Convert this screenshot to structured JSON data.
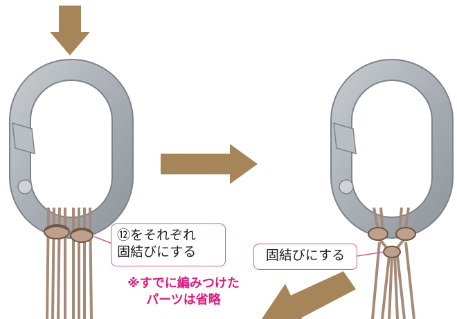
{
  "callout_left": {
    "line1": "⑫をそれぞれ",
    "line2": "固結びにする"
  },
  "callout_right": {
    "text": "固結びにする"
  },
  "note": {
    "line1": "※すでに編みつけた",
    "line2": "パーツは省略"
  },
  "colors": {
    "arrow": "#a68558",
    "ring_outer": "#9aa0a6",
    "ring_inner": "#d0d4d8",
    "cord": "#a58a78",
    "callout_border": "#e05a78",
    "note_text": "#e0197d"
  },
  "icons": [
    "down-arrow-icon",
    "right-arrow-icon",
    "diagonal-arrow-icon",
    "carabiner-ring-icon"
  ]
}
